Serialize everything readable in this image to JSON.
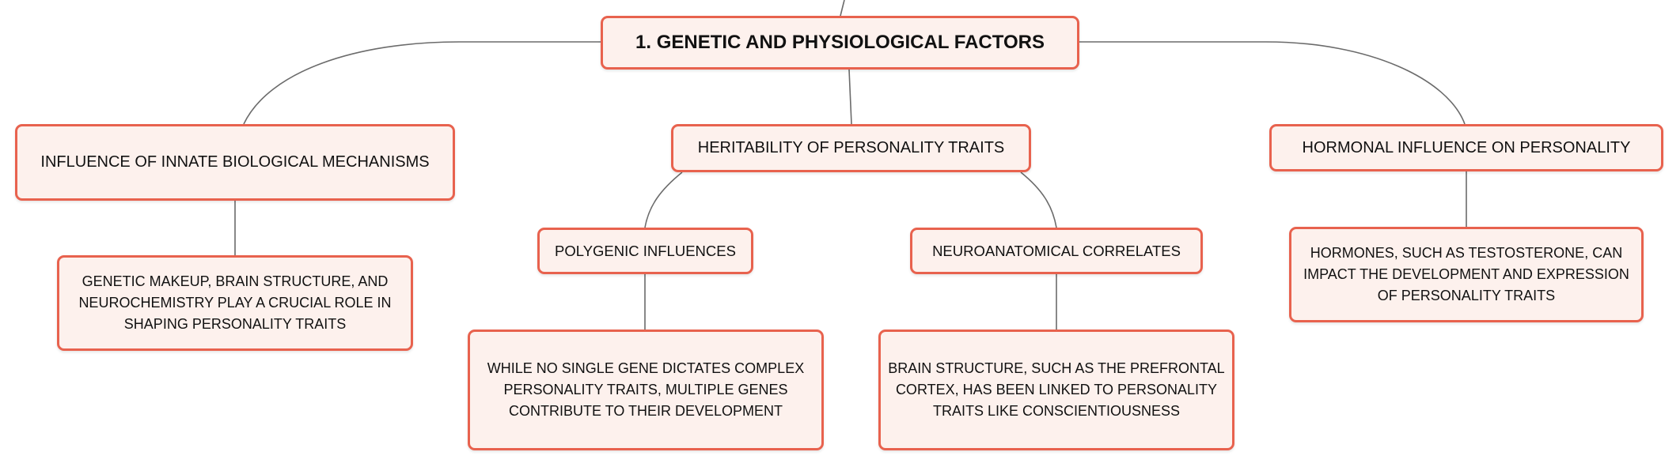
{
  "diagram": {
    "root": {
      "label": "1. GENETIC AND PHYSIOLOGICAL FACTORS"
    },
    "branches": {
      "innate": {
        "label": "INFLUENCE OF INNATE BIOLOGICAL MECHANISMS",
        "detail": "GENETIC MAKEUP, BRAIN STRUCTURE, AND NEUROCHEMISTRY PLAY A CRUCIAL ROLE IN SHAPING PERSONALITY TRAITS"
      },
      "heritability": {
        "label": "HERITABILITY OF PERSONALITY TRAITS",
        "polygenic": {
          "label": "POLYGENIC INFLUENCES",
          "detail": "WHILE NO SINGLE GENE DICTATES COMPLEX PERSONALITY TRAITS, MULTIPLE GENES CONTRIBUTE TO THEIR DEVELOPMENT"
        },
        "neuro": {
          "label": "NEUROANATOMICAL CORRELATES",
          "detail": "BRAIN STRUCTURE, SUCH AS THE PREFRONTAL CORTEX, HAS BEEN LINKED TO PERSONALITY TRAITS LIKE CONSCIENTIOUSNESS"
        }
      },
      "hormonal": {
        "label": "HORMONAL INFLUENCE ON PERSONALITY",
        "detail": "HORMONES, SUCH AS TESTOSTERONE, CAN IMPACT THE DEVELOPMENT AND EXPRESSION OF PERSONALITY TRAITS"
      }
    }
  },
  "colors": {
    "node_border": "#e8624e",
    "node_fill": "#fdf1ed",
    "connector": "#6b6b6b",
    "text": "#111111"
  }
}
